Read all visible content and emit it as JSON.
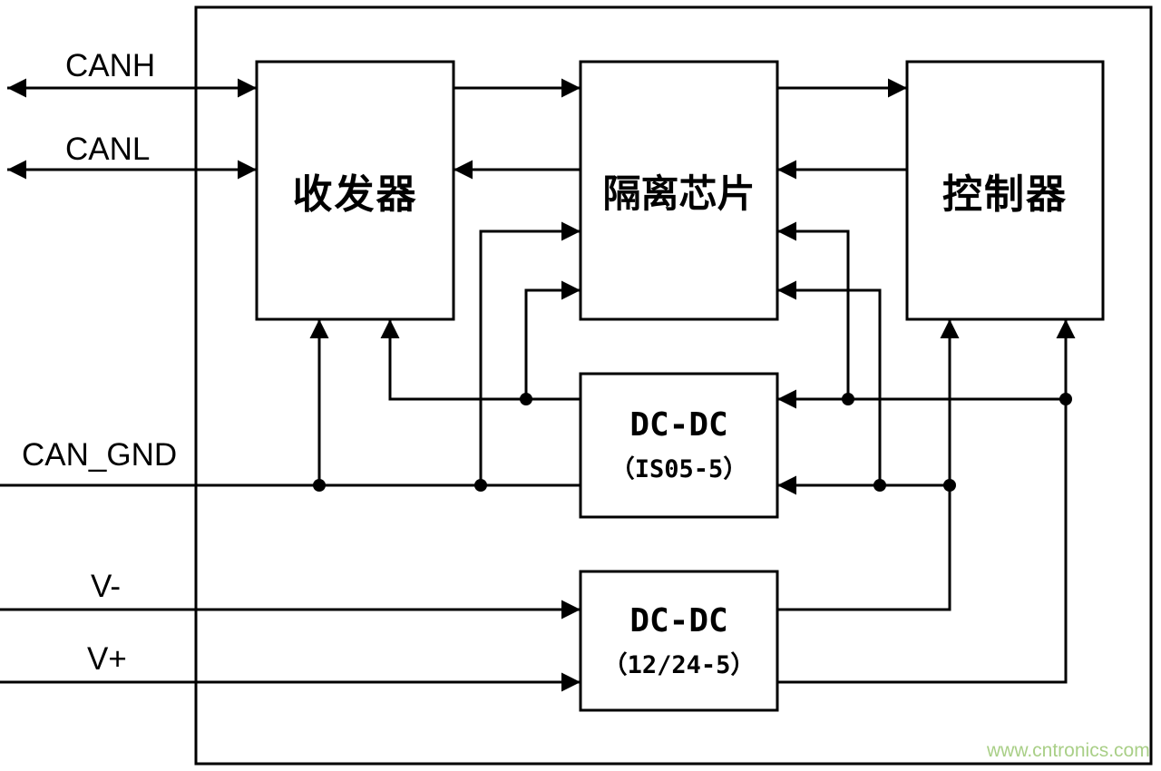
{
  "diagram": {
    "signals": {
      "canh": "CANH",
      "canl": "CANL",
      "can_gnd": "CAN_GND",
      "v_minus": "V-",
      "v_plus": "V+"
    },
    "blocks": {
      "transceiver": {
        "label": "收发器"
      },
      "isolation": {
        "label": "隔离芯片"
      },
      "controller": {
        "label": "控制器"
      },
      "dcdc_iso": {
        "line1": "DC-DC",
        "line2": "（IS05-5）"
      },
      "dcdc_main": {
        "line1": "DC-DC",
        "line2": "（12/24-5）"
      }
    },
    "watermark": "www.cntronics.com",
    "colors": {
      "line": "#000000",
      "background": "#ffffff",
      "watermark": "#a9cf87"
    }
  }
}
